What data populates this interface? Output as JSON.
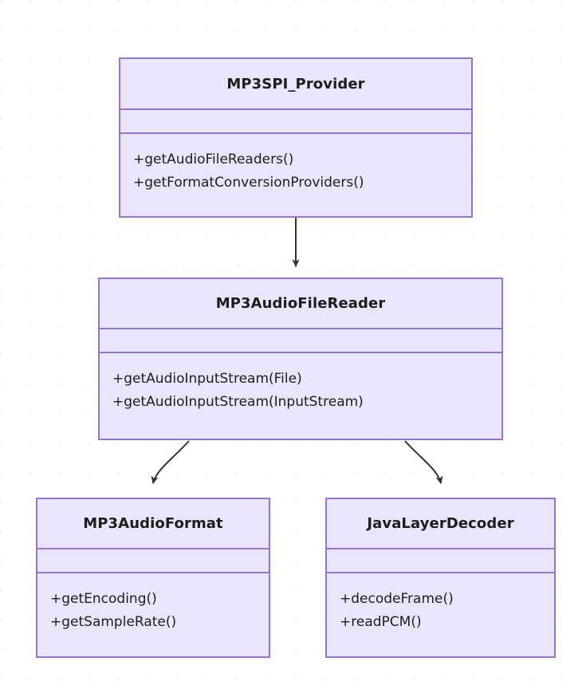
{
  "diagram": {
    "kind": "uml-class-diagram",
    "background_color": "#ffffff",
    "grid_dot_color": "#efefef",
    "node_fill": "#e9e5fa",
    "node_border": "#9674d4",
    "text_color": "#1d1d1d",
    "edge_color": "#333333",
    "classes": [
      {
        "id": "provider",
        "name": "MP3SPI_Provider",
        "attributes": [],
        "methods": [
          "+getAudioFileReaders()",
          "+getFormatConversionProviders()"
        ]
      },
      {
        "id": "reader",
        "name": "MP3AudioFileReader",
        "attributes": [],
        "methods": [
          "+getAudioInputStream(File)",
          "+getAudioInputStream(InputStream)"
        ]
      },
      {
        "id": "format",
        "name": "MP3AudioFormat",
        "attributes": [],
        "methods": [
          "+getEncoding()",
          "+getSampleRate()"
        ]
      },
      {
        "id": "decoder",
        "name": "JavaLayerDecoder",
        "attributes": [],
        "methods": [
          "+decodeFrame()",
          "+readPCM()"
        ]
      }
    ],
    "edges": [
      {
        "id": "provider-to-reader",
        "from": "MP3SPI_Provider",
        "to": "MP3AudioFileReader",
        "label": "",
        "style": "solid-arrow"
      },
      {
        "id": "reader-to-format",
        "from": "MP3AudioFileReader",
        "to": "MP3AudioFormat",
        "label": "",
        "style": "solid-arrow"
      },
      {
        "id": "reader-to-decoder",
        "from": "MP3AudioFileReader",
        "to": "JavaLayerDecoder",
        "label": "",
        "style": "solid-arrow"
      }
    ]
  }
}
